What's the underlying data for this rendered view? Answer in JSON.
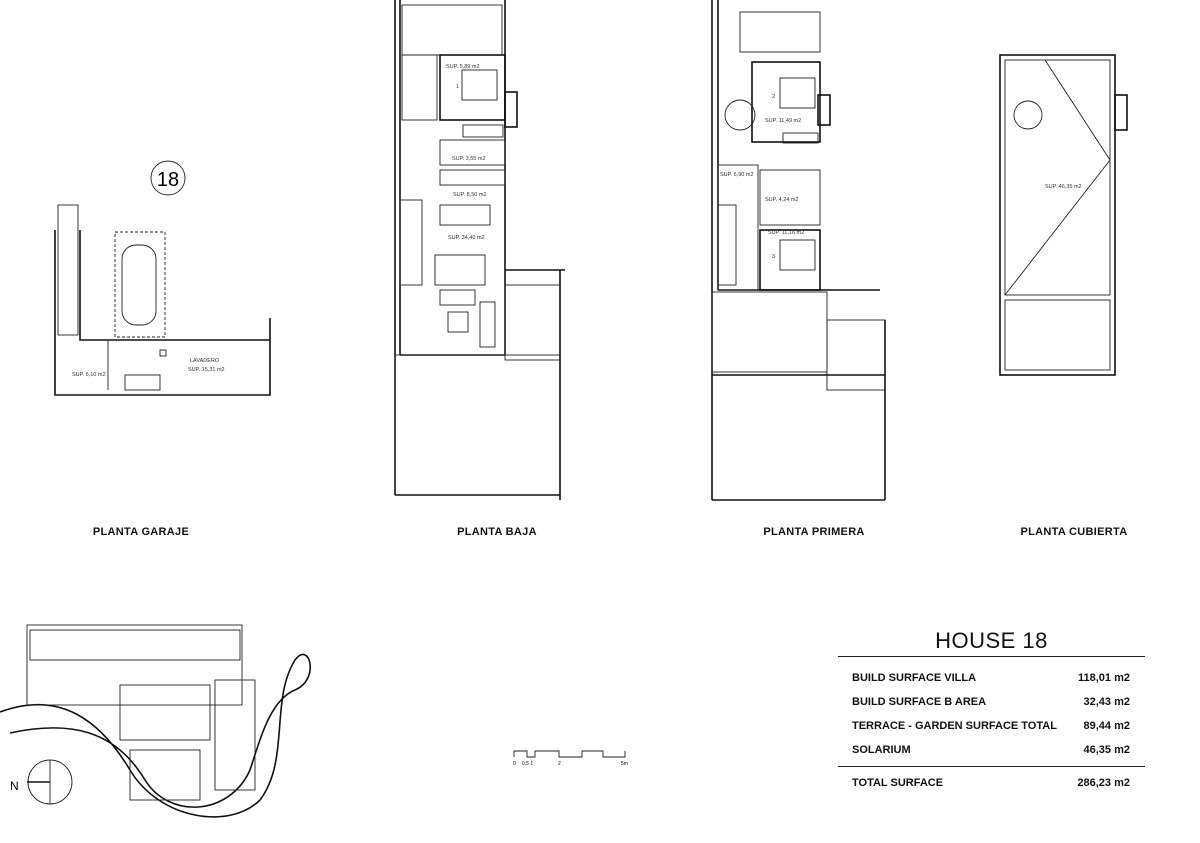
{
  "house_number_badge": "18",
  "plans": {
    "garage": {
      "label": "PLANTA GARAJE",
      "rooms": [
        "SUP. 6,10 m2",
        "LAVADERO",
        "SUP. 15,31 m2"
      ]
    },
    "ground": {
      "label": "PLANTA BAJA",
      "rooms": [
        "SUP. 5,89 m2",
        "1",
        "SUP. 3,55 m2",
        "SUP. 8,50 m2",
        "SUP. 34,40 m2"
      ]
    },
    "first": {
      "label": "PLANTA PRIMERA",
      "rooms": [
        "2",
        "SUP. 11,49 m2",
        "SUP. 6,90 m2",
        "SUP. 4,24 m2",
        "SUP. 11,16 m2",
        "3"
      ]
    },
    "roof": {
      "label": "PLANTA CUBIERTA",
      "rooms": [
        "SUP. 46,35 m2"
      ]
    }
  },
  "scale_bar": {
    "ticks": [
      "0",
      "0,5 1",
      "2",
      "5m"
    ]
  },
  "north_label": "N",
  "summary": {
    "title": "HOUSE 18",
    "rows": [
      {
        "label": "BUILD SURFACE VILLA",
        "value": "118,01 m2"
      },
      {
        "label": "BUILD SURFACE B AREA",
        "value": "32,43 m2"
      },
      {
        "label": "TERRACE - GARDEN SURFACE TOTAL",
        "value": "89,44 m2"
      },
      {
        "label": "SOLARIUM",
        "value": "46,35 m2"
      }
    ],
    "total": {
      "label": "TOTAL SURFACE",
      "value": "286,23 m2"
    }
  }
}
